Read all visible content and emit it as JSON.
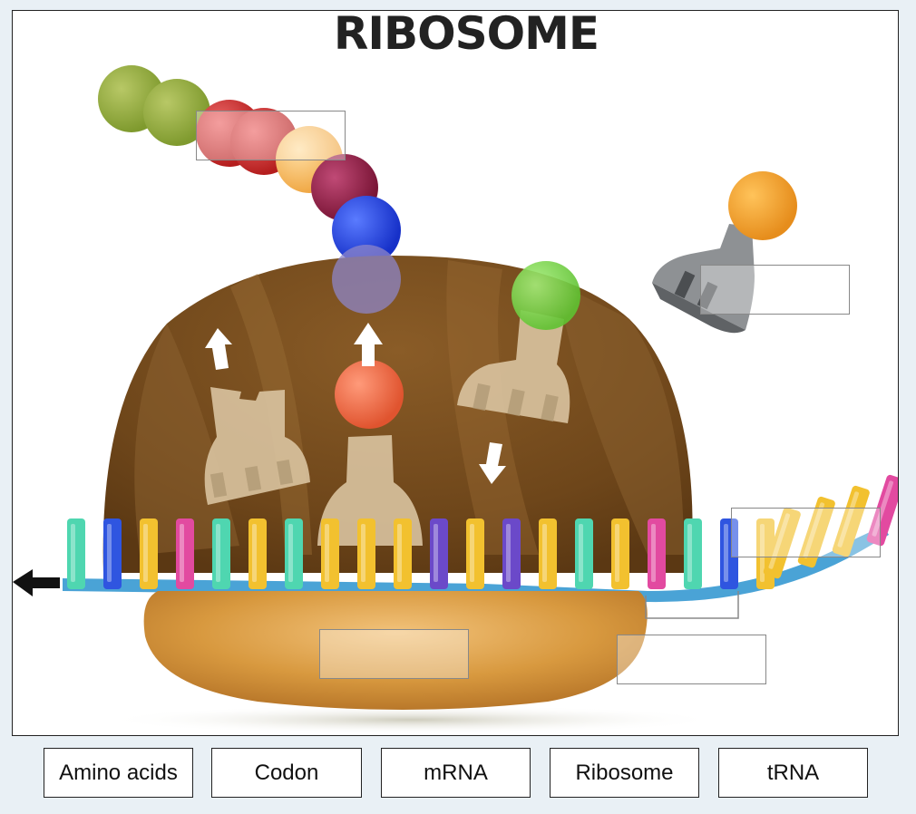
{
  "diagram": {
    "title": "RIBOSOME"
  },
  "drop_targets": [
    {
      "name": "drop-target-amino-chain"
    },
    {
      "name": "drop-target-free-trna"
    },
    {
      "name": "drop-target-mrna-strand"
    },
    {
      "name": "drop-target-small-subunit"
    },
    {
      "name": "drop-target-codon"
    }
  ],
  "word_bank": [
    {
      "label": "Amino acids"
    },
    {
      "label": "Codon"
    },
    {
      "label": "mRNA"
    },
    {
      "label": "Ribosome"
    },
    {
      "label": "tRNA"
    }
  ],
  "colors": {
    "large_subunit": "#7a4f1f",
    "small_subunit": "#d49a49",
    "mrna_backbone": "#4aa3d6",
    "trna": "#d9c3a0"
  }
}
